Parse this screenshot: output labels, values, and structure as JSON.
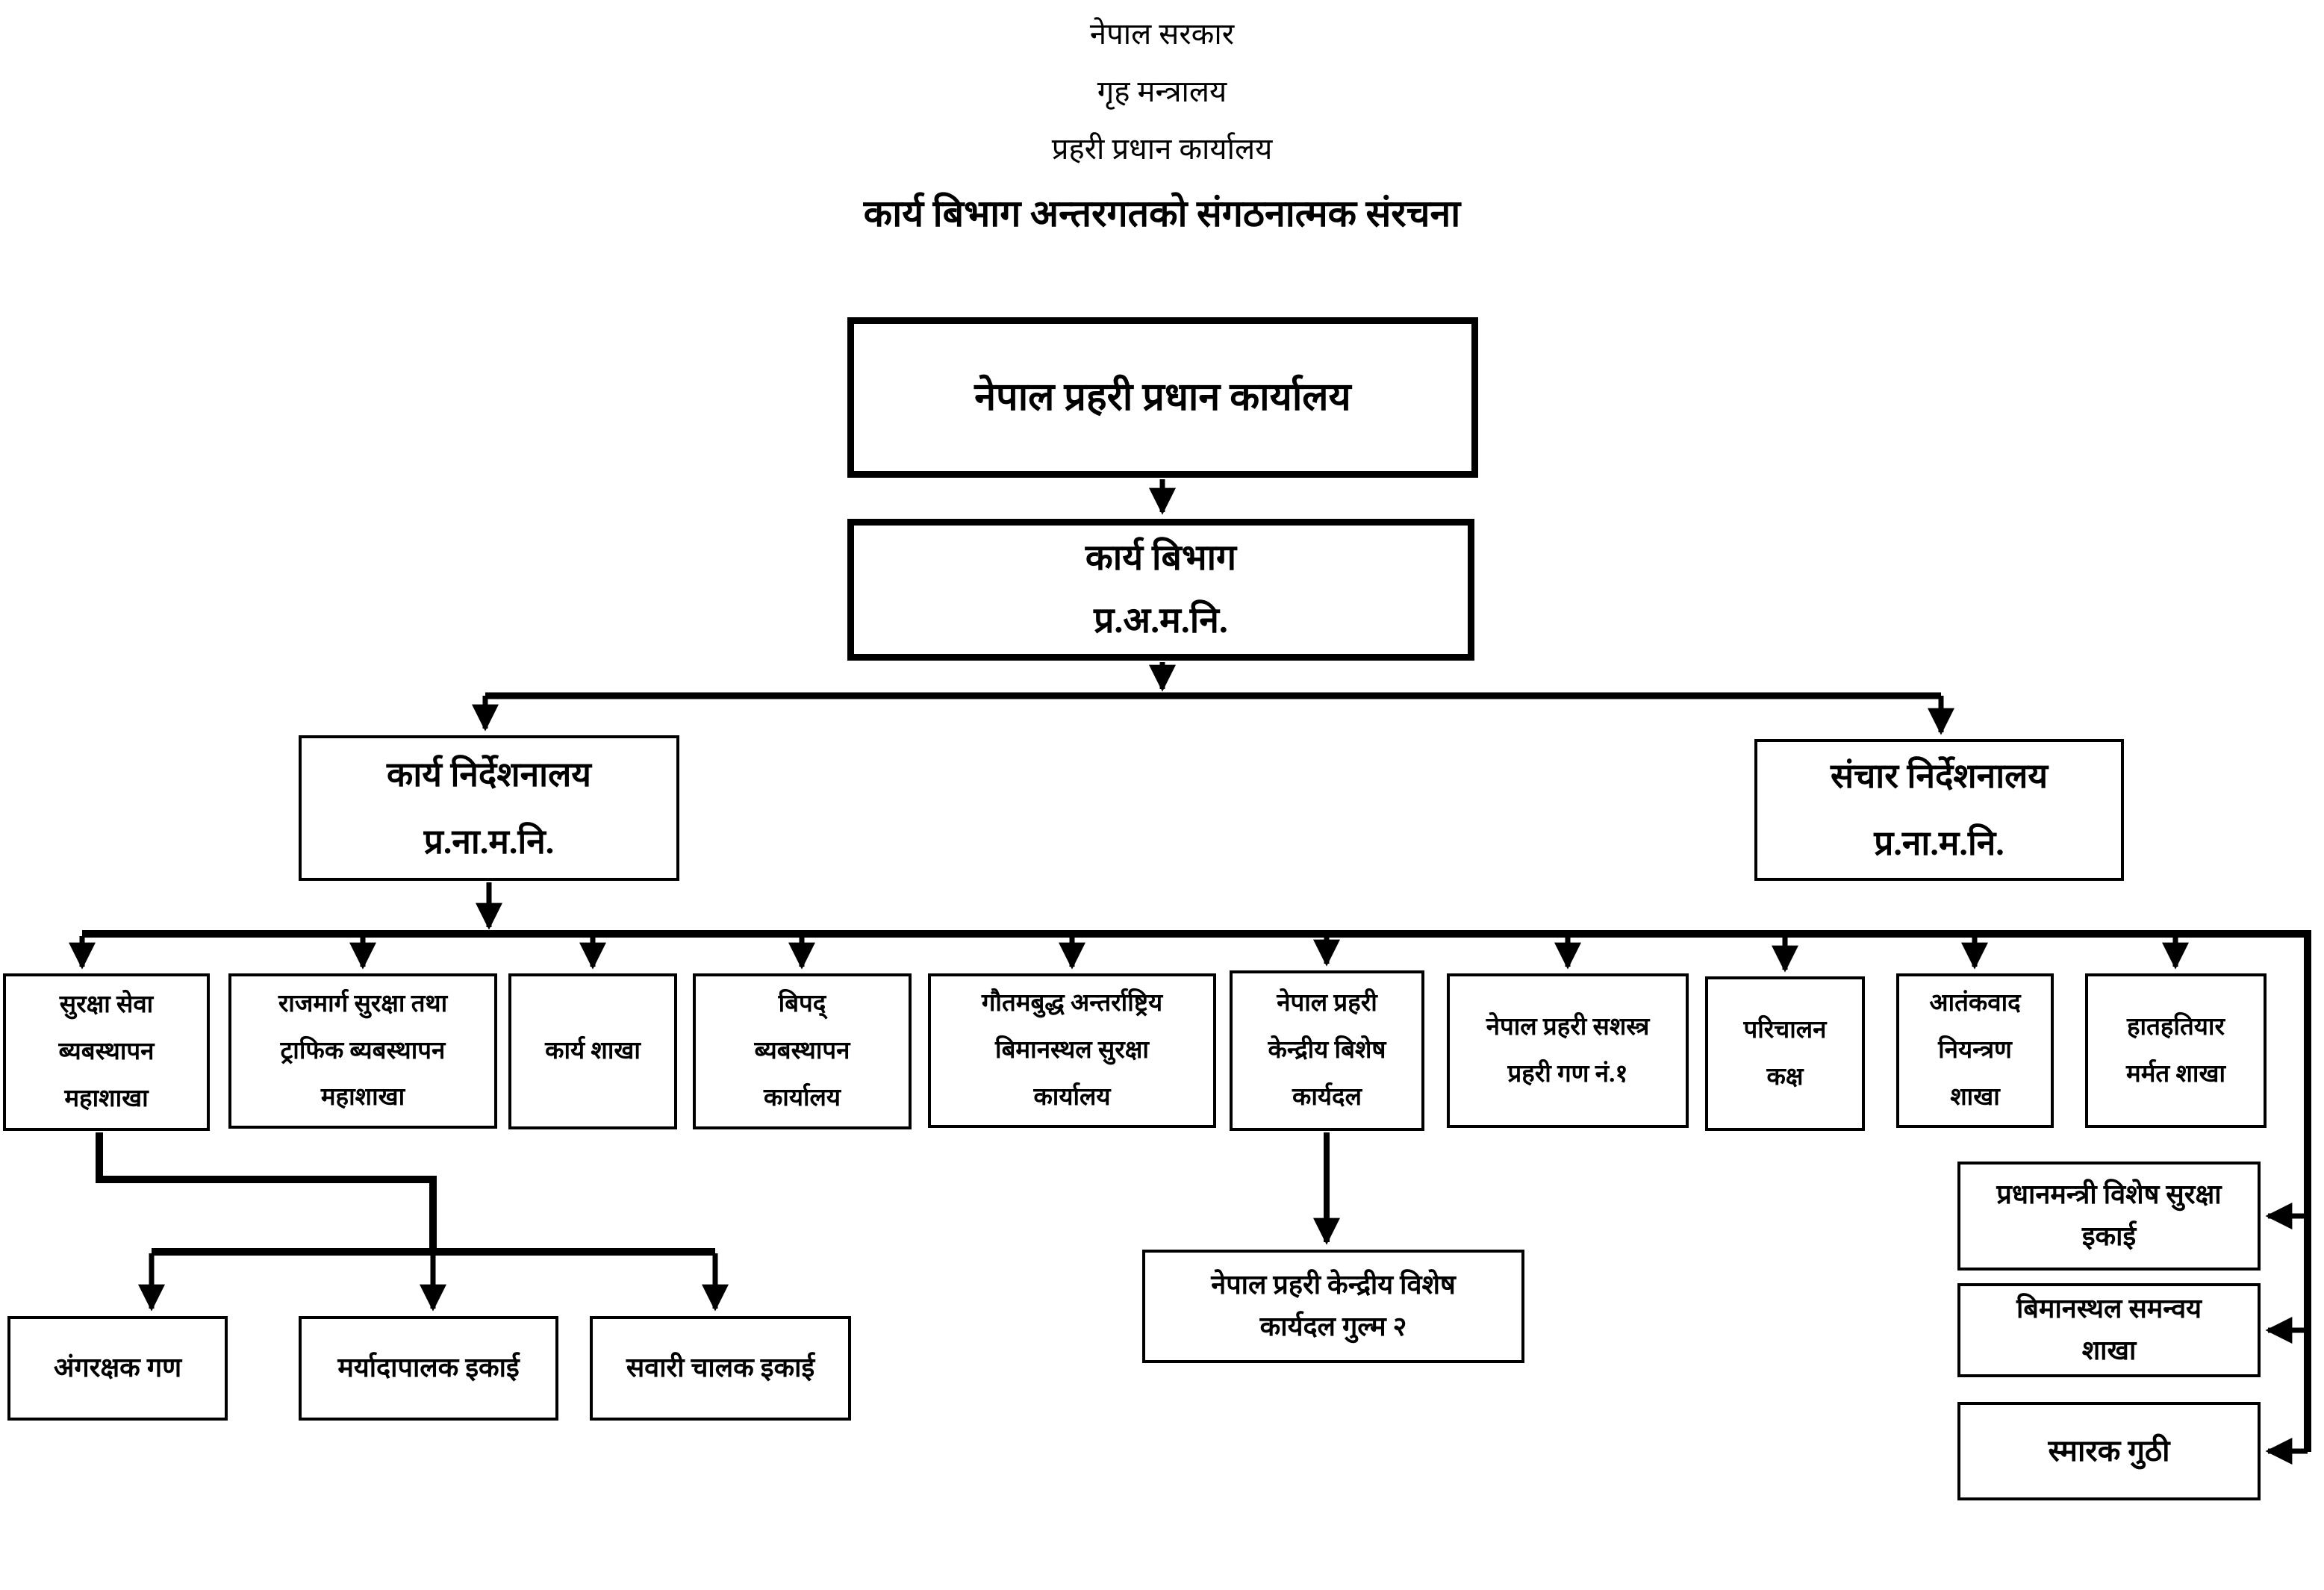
{
  "header": {
    "line1": "नेपाल सरकार",
    "line2": "गृह मन्त्रालय",
    "line3": "प्रहरी प्रधान कार्यालय",
    "title": "कार्य बिभाग अन्तरगतको संगठनात्मक संरचना"
  },
  "nodes": {
    "hq": {
      "lines": [
        "नेपाल प्रहरी प्रधान कार्यालय"
      ]
    },
    "dept": {
      "lines": [
        "कार्य बिभाग",
        "प्र.अ.म.नि."
      ]
    },
    "karya_dir": {
      "lines": [
        "कार्य निर्देशनालय",
        "प्र.ना.म.नि."
      ]
    },
    "sanchar_dir": {
      "lines": [
        "संचार निर्देशनालय",
        "प्र.ना.म.नि."
      ]
    },
    "r3_1": {
      "lines": [
        "सुरक्षा सेवा",
        "ब्यबस्थापन",
        "महाशाखा"
      ]
    },
    "r3_2": {
      "lines": [
        "राजमार्ग सुरक्षा तथा",
        "ट्राफिक ब्यबस्थापन",
        "महाशाखा"
      ]
    },
    "r3_3": {
      "lines": [
        "कार्य शाखा"
      ]
    },
    "r3_4": {
      "lines": [
        "बिपद्",
        "ब्यबस्थापन",
        "कार्यालय"
      ]
    },
    "r3_5": {
      "lines": [
        "गौतमबुद्ध अन्तर्राष्ट्रिय",
        "बिमानस्थल सुरक्षा",
        "कार्यालय"
      ]
    },
    "r3_6": {
      "lines": [
        "नेपाल प्रहरी",
        "केन्द्रीय बिशेष",
        "कार्यदल"
      ]
    },
    "r3_7": {
      "lines": [
        "नेपाल प्रहरी सशस्त्र",
        "प्रहरी गण नं.१"
      ]
    },
    "r3_8": {
      "lines": [
        "परिचालन",
        "कक्ष"
      ]
    },
    "r3_9": {
      "lines": [
        "आतंकवाद",
        "नियन्त्रण",
        "शाखा"
      ]
    },
    "r3_10": {
      "lines": [
        "हातहतियार",
        "मर्मत शाखा"
      ]
    },
    "gulma2": {
      "lines": [
        "नेपाल प्रहरी केन्द्रीय विशेष",
        "कार्यदल गुल्म २"
      ]
    },
    "l1": {
      "lines": [
        "अंगरक्षक गण"
      ]
    },
    "l2": {
      "lines": [
        "मर्यादापालक इकाई"
      ]
    },
    "l3": {
      "lines": [
        "सवारी चालक इकाई"
      ]
    },
    "rt1": {
      "lines": [
        "प्रधानमन्त्री विशेष सुरक्षा",
        "इकाई"
      ]
    },
    "rt2": {
      "lines": [
        "बिमानस्थल समन्वय",
        "शाखा"
      ]
    },
    "rt3": {
      "lines": [
        "स्मारक गुठी"
      ]
    }
  },
  "colors": {
    "ink": "#000000",
    "paper": "#ffffff"
  }
}
